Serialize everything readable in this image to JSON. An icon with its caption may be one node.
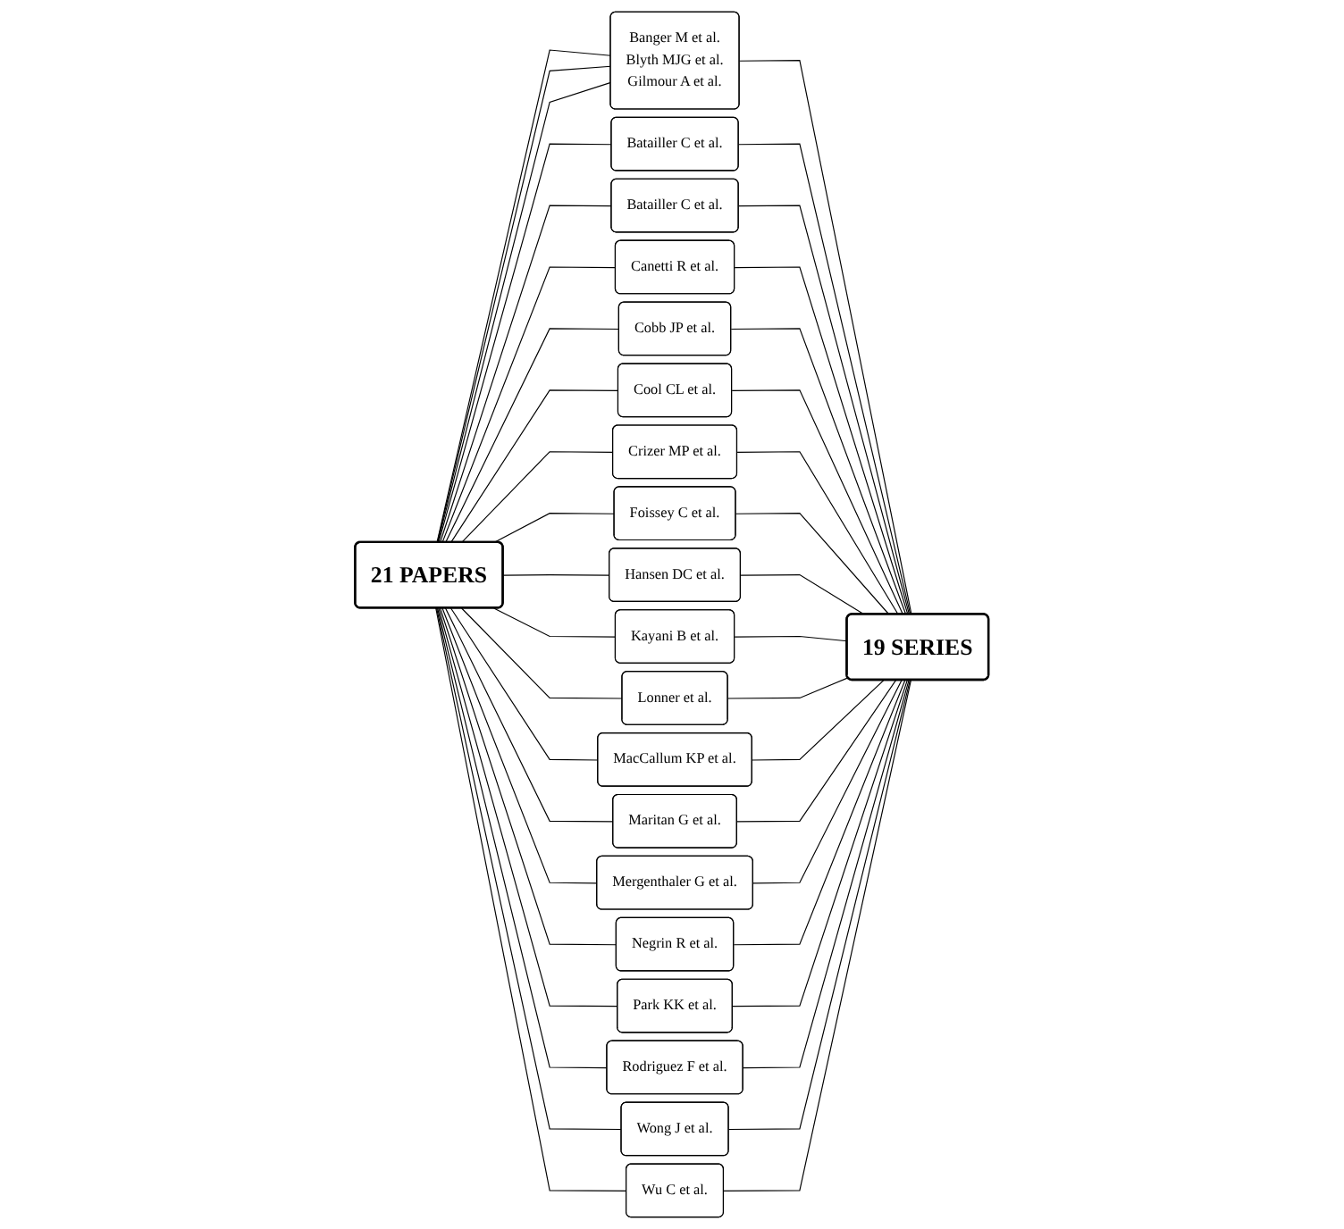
{
  "diagram": {
    "nodes": [
      {
        "text": [
          "21 PAPERS"
        ]
      },
      {
        "text": [
          "Banger M et al.",
          "Blyth MJG et al.",
          "Gilmour A et al."
        ]
      },
      {
        "text": [
          "Batailler C et al."
        ]
      },
      {
        "text": [
          "Batailler C et al."
        ]
      },
      {
        "text": [
          "Canetti R et al."
        ]
      },
      {
        "text": [
          "Cobb JP et al."
        ]
      },
      {
        "text": [
          "Cool CL et al."
        ]
      },
      {
        "text": [
          "Crizer MP et al."
        ]
      },
      {
        "text": [
          "Foissey C et al."
        ]
      },
      {
        "text": [
          "Hansen DC et al."
        ]
      },
      {
        "text": [
          "Kayani B et al."
        ]
      },
      {
        "text": [
          "Lonner et al."
        ]
      },
      {
        "text": [
          "MacCallum KP et al."
        ]
      },
      {
        "text": [
          "Maritan G et al."
        ]
      },
      {
        "text": [
          "Mergenthaler G et al."
        ]
      },
      {
        "text": [
          "Negrin R et al."
        ]
      },
      {
        "text": [
          "Park KK et al."
        ]
      },
      {
        "text": [
          "Rodriguez F et al."
        ]
      },
      {
        "text": [
          "Wong J et al."
        ]
      },
      {
        "text": [
          "Wu C et al."
        ]
      },
      {
        "text": [
          "19 SERIES"
        ]
      }
    ],
    "edges": [
      {
        "from": 0,
        "to": 1,
        "arrow": "none"
      },
      {
        "from": 0,
        "to": 1,
        "arrow": "none"
      },
      {
        "from": 0,
        "to": 1,
        "arrow": "none"
      },
      {
        "from": 0,
        "to": 2,
        "arrow": "none"
      },
      {
        "from": 0,
        "to": 3,
        "arrow": "none"
      },
      {
        "from": 0,
        "to": 4,
        "arrow": "none"
      },
      {
        "from": 0,
        "to": 5,
        "arrow": "none"
      },
      {
        "from": 0,
        "to": 6,
        "arrow": "none"
      },
      {
        "from": 0,
        "to": 7,
        "arrow": "none"
      },
      {
        "from": 0,
        "to": 8,
        "arrow": "none"
      },
      {
        "from": 0,
        "to": 9,
        "arrow": "none"
      },
      {
        "from": 0,
        "to": 10,
        "arrow": "none"
      },
      {
        "from": 0,
        "to": 11,
        "arrow": "none"
      },
      {
        "from": 0,
        "to": 12,
        "arrow": "none"
      },
      {
        "from": 0,
        "to": 13,
        "arrow": "none"
      },
      {
        "from": 0,
        "to": 14,
        "arrow": "none"
      },
      {
        "from": 0,
        "to": 15,
        "arrow": "none"
      },
      {
        "from": 0,
        "to": 16,
        "arrow": "none"
      },
      {
        "from": 0,
        "to": 17,
        "arrow": "none"
      },
      {
        "from": 0,
        "to": 18,
        "arrow": "none"
      },
      {
        "from": 0,
        "to": 19,
        "arrow": "none"
      },
      {
        "from": 1,
        "to": 20,
        "arrow": "none"
      },
      {
        "from": 2,
        "to": 20,
        "arrow": "none"
      },
      {
        "from": 3,
        "to": 20,
        "arrow": "none"
      },
      {
        "from": 4,
        "to": 20,
        "arrow": "none"
      },
      {
        "from": 5,
        "to": 20,
        "arrow": "none"
      },
      {
        "from": 6,
        "to": 20,
        "arrow": "none"
      },
      {
        "from": 7,
        "to": 20,
        "arrow": "none"
      },
      {
        "from": 8,
        "to": 20,
        "arrow": "none"
      },
      {
        "from": 9,
        "to": 20,
        "arrow": "none"
      },
      {
        "from": 10,
        "to": 20,
        "arrow": "none"
      },
      {
        "from": 11,
        "to": 20,
        "arrow": "none"
      },
      {
        "from": 12,
        "to": 20,
        "arrow": "none"
      },
      {
        "from": 13,
        "to": 20,
        "arrow": "none"
      },
      {
        "from": 14,
        "to": 20,
        "arrow": "none"
      },
      {
        "from": 15,
        "to": 20,
        "arrow": "none"
      },
      {
        "from": 16,
        "to": 20,
        "arrow": "none"
      },
      {
        "from": 17,
        "to": 20,
        "arrow": "none"
      },
      {
        "from": 18,
        "to": 20,
        "arrow": "none"
      },
      {
        "from": 19,
        "to": 20,
        "arrow": "none"
      }
    ]
  }
}
